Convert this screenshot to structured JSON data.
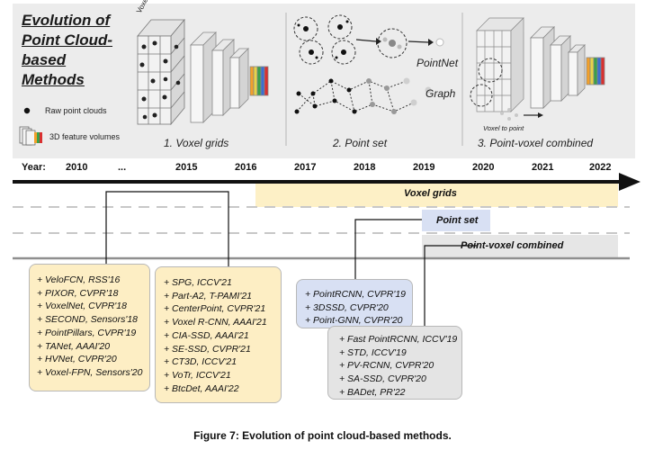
{
  "title_lines": [
    "Evolution of",
    "Point Cloud-",
    "based",
    "Methods"
  ],
  "legend": {
    "raw": "Raw  point clouds",
    "volumes": "3D feature volumes"
  },
  "panels": {
    "voxel": "1. Voxel grids",
    "point": "2. Point set",
    "pv": "3. Point-voxel combined",
    "voxelization": "Voxelization",
    "pointnet": "PointNet",
    "graph": "Graph",
    "voxel_to_point": "Voxel to point"
  },
  "timeline": {
    "year_label": "Year:",
    "years": [
      "2010",
      "...",
      "2015",
      "2016",
      "2017",
      "2018",
      "2019",
      "2020",
      "2021",
      "2022"
    ]
  },
  "bands": {
    "voxel": "Voxel grids",
    "point": "Point set",
    "pv": "Point-voxel combined"
  },
  "boxes": {
    "voxel_a": [
      "+ VeloFCN, RSS'16",
      "+ PIXOR, CVPR'18",
      "+ VoxelNet, CVPR'18",
      "+ SECOND, Sensors'18",
      "+ PointPillars, CVPR'19",
      "+ TANet, AAAI'20",
      "+ HVNet, CVPR'20",
      "+ Voxel-FPN, Sensors'20"
    ],
    "voxel_b": [
      "+ SPG, ICCV'21",
      "+ Part-A2, T-PAMI'21",
      "+ CenterPoint, CVPR'21",
      "+ Voxel R-CNN, AAAI'21",
      "+ CIA-SSD, AAAI'21",
      "+ SE-SSD, CVPR'21",
      "+ CT3D, ICCV'21",
      "+ VoTr, ICCV'21",
      "+ BtcDet, AAAI'22"
    ],
    "point": [
      "+ PointRCNN, CVPR'19",
      "+ 3DSSD, CVPR'20",
      "+ Point-GNN, CVPR'20"
    ],
    "pv": [
      "+ Fast PointRCNN, ICCV'19",
      "+ STD, ICCV'19",
      "+ PV-RCNN, CVPR'20",
      "+ SA-SSD, CVPR'20",
      "+ BADet, PR'22"
    ]
  },
  "caption": "Figure 7: Evolution of point cloud-based methods.",
  "colors": {
    "voxel_band": "#fdf0c6",
    "point_band": "#d8e0f3",
    "pv_band": "#e6e6e6",
    "voxel_box": "#fdeec4",
    "point_box": "#d8e0f3",
    "pv_box": "#e4e4e4"
  }
}
